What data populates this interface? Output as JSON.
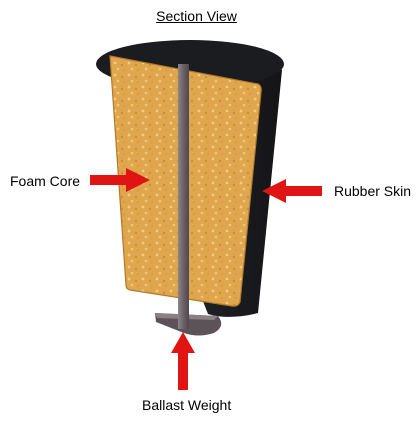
{
  "diagram": {
    "title": "Section View",
    "labels": {
      "foam_core": "Foam Core",
      "rubber_skin": "Rubber Skin",
      "ballast_weight": "Ballast Weight"
    },
    "colors": {
      "foam": "#e0a64e",
      "foam_pore": "#f2c77d",
      "rubber": "#2a2b30",
      "rod": "#6d6468",
      "arrow": "#e11414"
    }
  }
}
